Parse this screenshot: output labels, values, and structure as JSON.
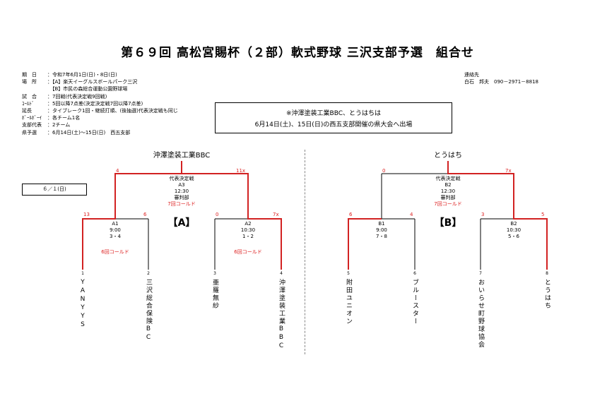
{
  "title": "第６９回 高松宮賜杯（２部）軟式野球 三沢支部予選　組合せ",
  "info": [
    {
      "label": "期　日",
      "value": "：令和7年6月1日(日)・8日(日)"
    },
    {
      "label": "場　所",
      "value": "：【A】楽天イーグルスボールパーク三沢"
    },
    {
      "label": "",
      "value": "　【B】市民の森総合運動公園野球場"
    },
    {
      "label": "試　合",
      "value": "：7回戦(代表決定戦9回戦)"
    },
    {
      "label": "ｺｰﾙﾄﾞ",
      "value": "：5回以降7点差(決定決定戦7回以降7点差)"
    },
    {
      "label": "延長",
      "value": "：タイブレーク1回・継続打順、(後抽選)代表決定戦も同じ"
    },
    {
      "label": "ﾎﾞｰﾙﾎﾞｰｲ",
      "value": "：各チーム1名"
    },
    {
      "label": "支部代表",
      "value": "：2チーム"
    },
    {
      "label": "県予選",
      "value": "：6月14日(土)～15日(日)　西五支部"
    }
  ],
  "contact": {
    "label": "連絡先",
    "person": "白石　邦夫　090－2971－8818"
  },
  "notice": {
    "line1": "※沖澤塗装工業BBC、とうはちは",
    "line2": "6月14日(土)、15日(日)の西五支部開催の県大会へ出場"
  },
  "date_box": "６／１(日)",
  "bracket_a": {
    "winner": "沖澤塗装工業BBC",
    "block_label": "【A】",
    "final": {
      "lines": [
        "代表決定戦",
        "A3",
        "12:30",
        "審判部"
      ],
      "note": "7回コールド",
      "left_score": "4",
      "right_score": "11x"
    },
    "semi_left": {
      "lines": [
        "A1",
        "9:00",
        "3・4"
      ],
      "left_score": "13",
      "right_score": "6",
      "note": "6回コールド"
    },
    "semi_right": {
      "lines": [
        "A2",
        "10:30",
        "1・2"
      ],
      "left_score": "0",
      "right_score": "7x",
      "note": "6回コールド"
    },
    "teams": [
      {
        "num": "1",
        "name": "YANYYS"
      },
      {
        "num": "2",
        "name": "三沢総合保険BC"
      },
      {
        "num": "3",
        "name": "亜羅無紗"
      },
      {
        "num": "4",
        "name": "沖澤塗装工業BBC"
      }
    ]
  },
  "bracket_b": {
    "winner": "とうはち",
    "block_label": "【B】",
    "final": {
      "lines": [
        "代表決定戦",
        "B2",
        "12:30",
        "審判部"
      ],
      "note": "7回コールド",
      "left_score": "0",
      "right_score": "7x"
    },
    "semi_left": {
      "lines": [
        "B1",
        "9:00",
        "7・8"
      ],
      "left_score": "6",
      "right_score": "4"
    },
    "semi_right": {
      "lines": [
        "B2",
        "10:30",
        "5・6"
      ],
      "left_score": "3",
      "right_score": "5"
    },
    "teams": [
      {
        "num": "5",
        "name": "附田ユニオン"
      },
      {
        "num": "6",
        "name": "ブルースター"
      },
      {
        "num": "7",
        "name": "おいらせ町野球協会"
      },
      {
        "num": "8",
        "name": "とうはち"
      }
    ]
  },
  "colors": {
    "win_line": "#d22222",
    "line": "#000000"
  }
}
